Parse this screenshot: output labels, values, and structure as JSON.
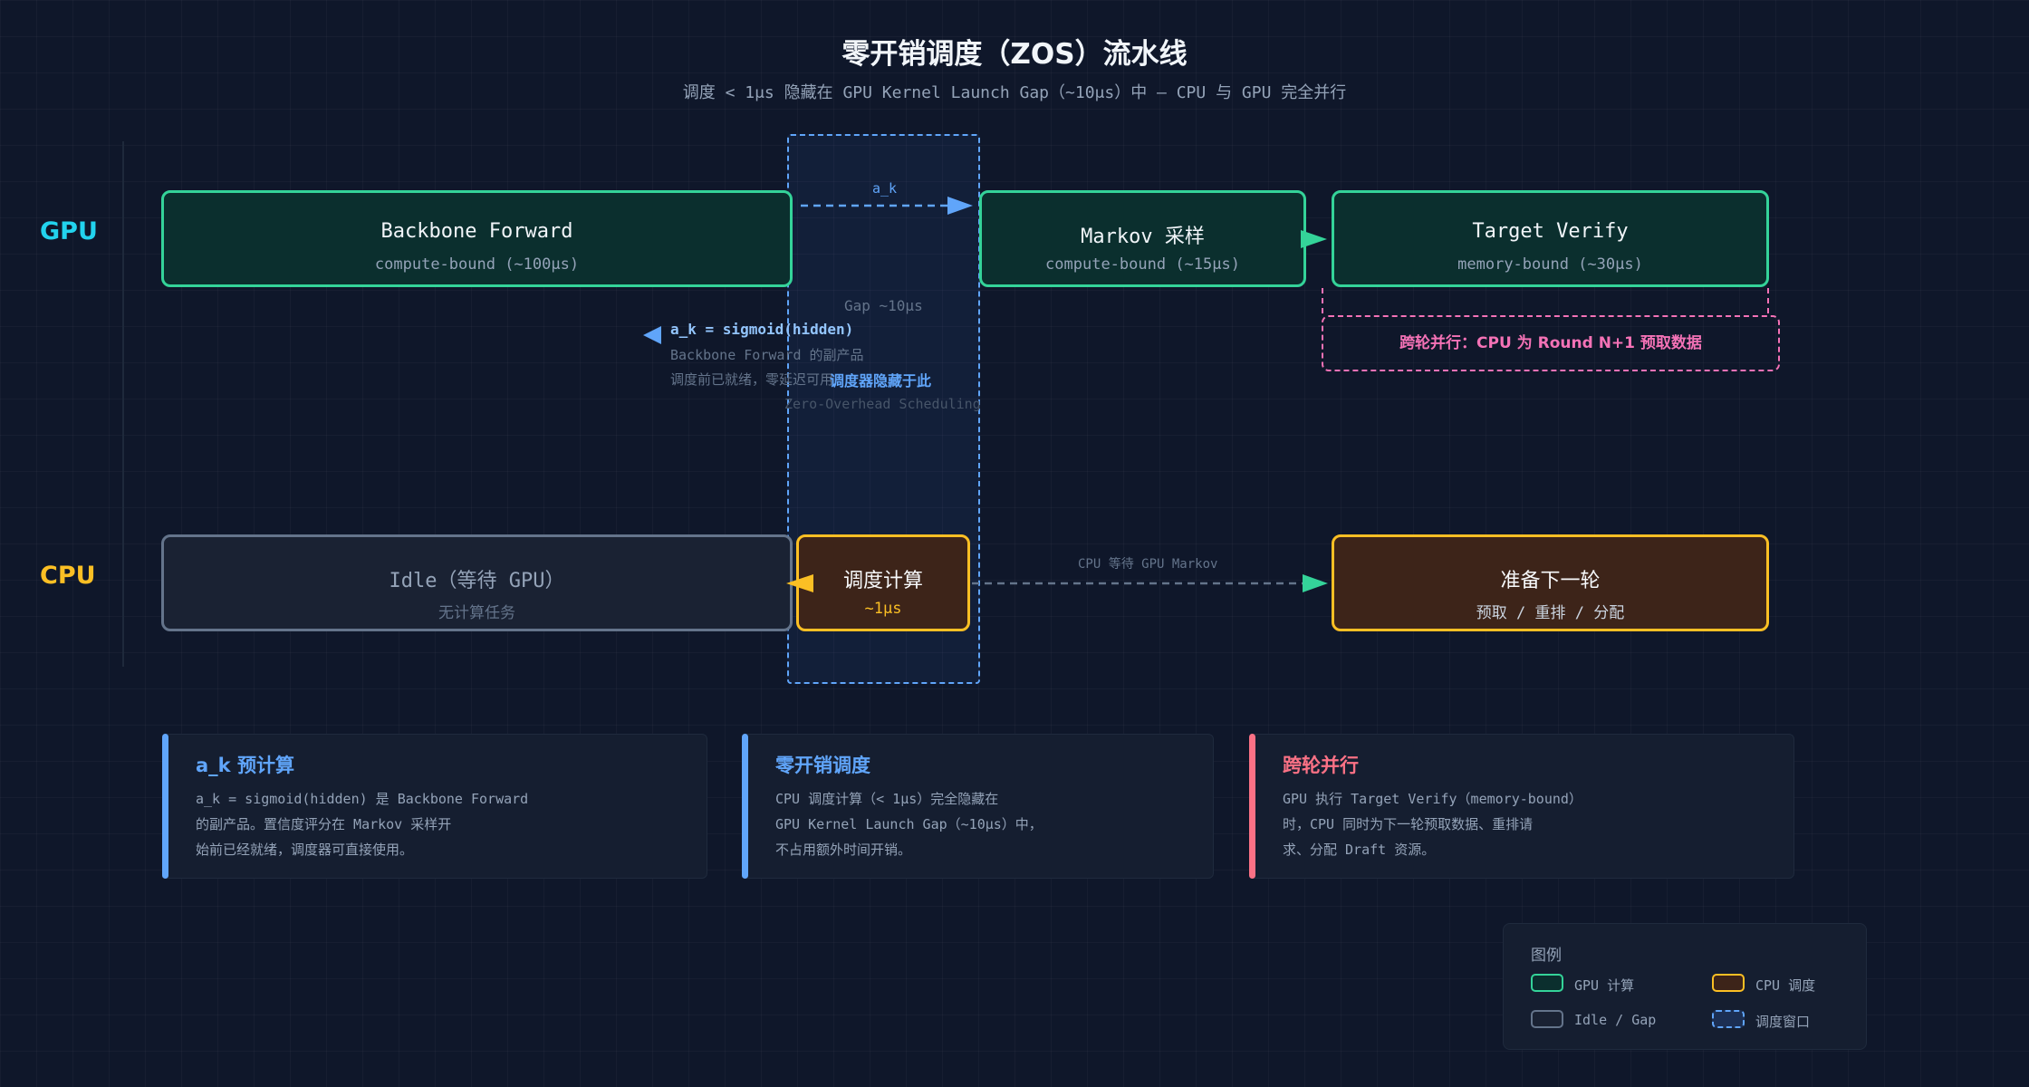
{
  "title": "零开销调度（ZOS）流水线",
  "subtitle": "调度 < 1μs 隐藏在 GPU Kernel Launch Gap（~10μs）中 — CPU 与 GPU 完全并行",
  "lanes": {
    "gpu": "GPU",
    "cpu": "CPU"
  },
  "gpu_lane": {
    "backbone": {
      "title": "Backbone Forward",
      "sub": "compute-bound (~100μs)"
    },
    "markov": {
      "title": "Markov 采样",
      "sub": "compute-bound (~15μs)"
    },
    "verify": {
      "title": "Target Verify",
      "sub": "memory-bound (~30μs)"
    }
  },
  "cpu_lane": {
    "idle": {
      "title": "Idle（等待 GPU）",
      "sub": "无计算任务"
    },
    "sched": {
      "title": "调度计算",
      "sub": "~1μs"
    },
    "next": {
      "title": "准备下一轮",
      "sub": "预取 / 重排 / 分配"
    }
  },
  "annotations": {
    "ak_arrow": "a_k",
    "gap": "Gap ~10μs",
    "ak_formula": "a_k = sigmoid(hidden)",
    "ak_line1": "Backbone Forward 的副产品",
    "ak_line2": "调度前已就绪，零延迟可用",
    "hidden_here": "调度器隐藏于此",
    "zero_overhead": "Zero-Overhead Scheduling",
    "cpu_wait": "CPU 等待 GPU Markov",
    "cross_round": "跨轮并行：CPU 为 Round N+1 预取数据"
  },
  "cards": [
    {
      "title": "a_k 预计算",
      "color": "#60a5fa",
      "lines": [
        "a_k = sigmoid(hidden) 是 Backbone Forward",
        "的副产品。置信度评分在 Markov 采样开",
        "始前已经就绪，调度器可直接使用。"
      ]
    },
    {
      "title": "零开销调度",
      "color": "#60a5fa",
      "lines": [
        "CPU 调度计算（< 1μs）完全隐藏在",
        "GPU Kernel Launch Gap（~10μs）中，",
        "不占用额外时间开销。"
      ]
    },
    {
      "title": "跨轮并行",
      "color": "#fb7185",
      "lines": [
        "GPU 执行 Target Verify（memory-bound）",
        "时，CPU 同时为下一轮预取数据、重排请",
        "求、分配 Draft 资源。"
      ]
    }
  ],
  "legend": {
    "title": "图例",
    "gpu": "GPU 计算",
    "cpu": "CPU 调度",
    "idle": "Idle / Gap",
    "window": "调度窗口"
  },
  "colors": {
    "gpu_label": "#22d3ee",
    "cpu_label": "#fbbf24",
    "gpu_border": "#34d399",
    "cpu_border": "#fbbf24",
    "idle_border": "#64748b",
    "window": "#60a5fa",
    "cross": "#f472b6"
  }
}
